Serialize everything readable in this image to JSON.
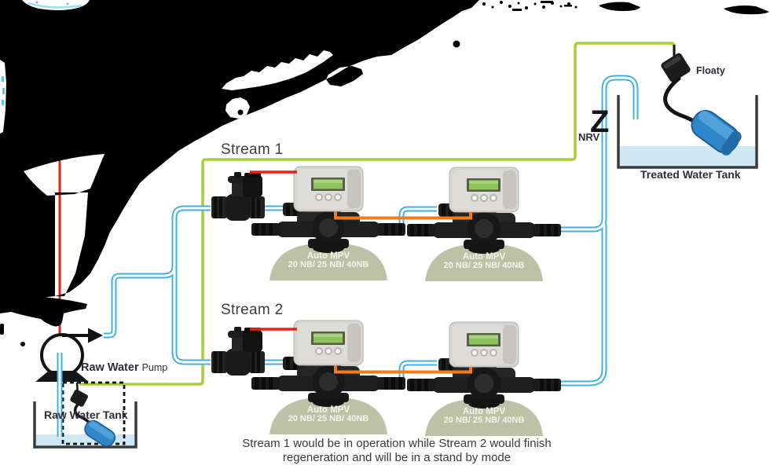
{
  "diagram": {
    "stream1_label": "Stream 1",
    "stream2_label": "Stream 2",
    "pump_label_main": "Raw Water",
    "pump_label_sub": "Pump",
    "raw_tank_label": "Raw Water Tank",
    "treated_tank_label": "Treated Water Tank",
    "floaty_label": "Floaty",
    "nrv_label": "NRV",
    "nrv_symbol": "Z",
    "mpv_unit": {
      "name": "Auto MPV",
      "sizes": "20 NB/ 25 NB/ 40NB"
    },
    "caption_line1": "Stream 1 would be in operation while Stream 2 would finish",
    "caption_line2": "regeneration and will be in a stand by mode",
    "colors": {
      "water_pipe": "#3fb0e0",
      "signal_wire_green": "#a6cf39",
      "power_wire_red": "#ee1f1a",
      "interconnect_orange": "#f07c1d",
      "lcd_green": "#8cc45c",
      "tank_water": "#cfe8f6",
      "tank_dome": "#bdc1a5",
      "float_blue": "#2f86c8"
    }
  }
}
